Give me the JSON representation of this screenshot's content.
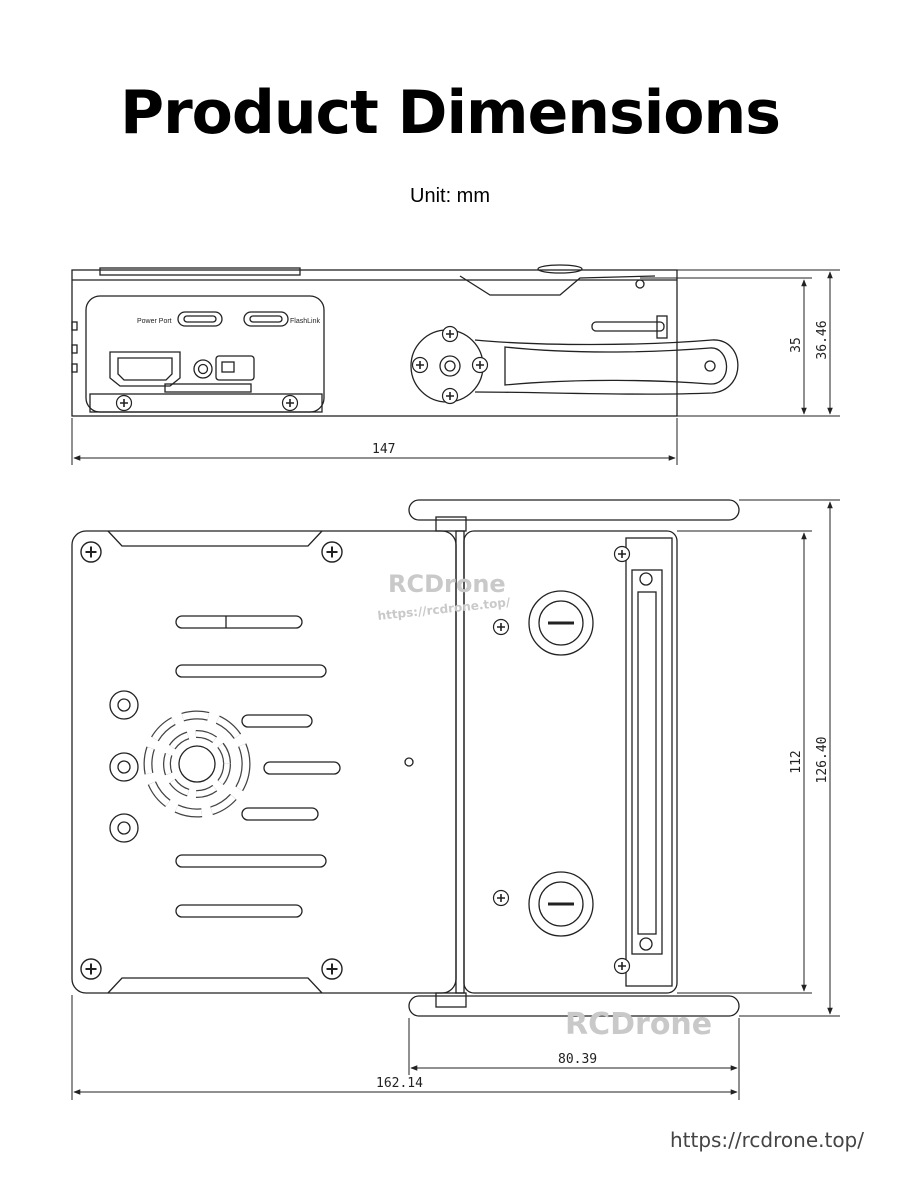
{
  "title": "Product Dimensions",
  "unit_label": "Unit: mm",
  "side_view": {
    "width": "147",
    "height_inner": "35",
    "height_outer": "36.46",
    "port_power": "Power Port",
    "port_flashlink": "FlashLink"
  },
  "top_view": {
    "height_inner": "112",
    "height_outer": "126.40",
    "bracket_width": "80.39",
    "total_width": "162.14"
  },
  "watermarks": {
    "brand": "RCDrone",
    "url_small": "https://rcdrone.top/"
  },
  "footer_url": "https://rcdrone.top/"
}
